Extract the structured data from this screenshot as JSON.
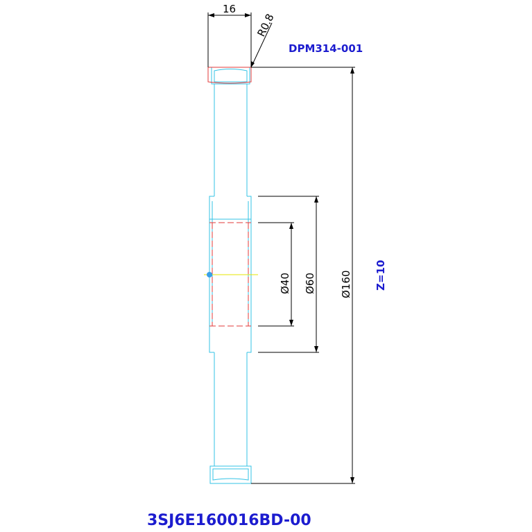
{
  "drawing": {
    "part_code": "DPM314-001",
    "teeth": "Z=10",
    "drawing_number": "3SJ6E160016BD-00"
  },
  "dimensions": {
    "width": "16",
    "radius": "R0.8",
    "bore_diameter": "Ø40",
    "hub_diameter": "Ø60",
    "outer_diameter": "Ø160"
  },
  "colors": {
    "outline": "#33c3e6",
    "hidden_line": "#e23a3a",
    "dimension": "#000000",
    "annotation": "#1c1ccf",
    "center_mark": "#e6e600"
  }
}
